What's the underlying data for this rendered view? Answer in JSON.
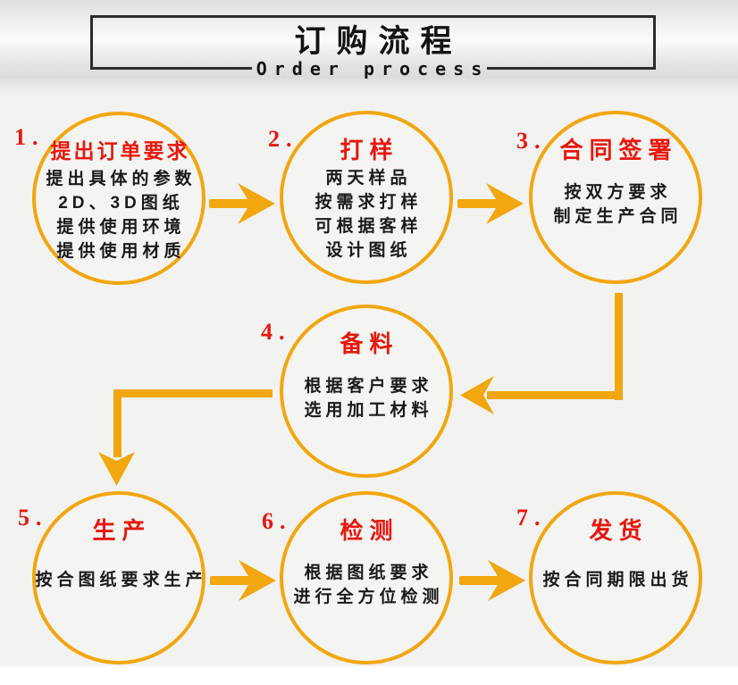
{
  "header": {
    "title": "订购流程",
    "subtitle": "Order process"
  },
  "steps": [
    {
      "num": "1.",
      "title": "提出订单要求",
      "lines": [
        "提出具体的参数",
        "2D、3D图纸",
        "提供使用环境",
        "提供使用材质"
      ]
    },
    {
      "num": "2.",
      "title": "打样",
      "lines": [
        "两天样品",
        "按需求打样",
        "可根据客样",
        "设计图纸"
      ]
    },
    {
      "num": "3.",
      "title": "合同签署",
      "lines": [
        "按双方要求",
        "制定生产合同"
      ]
    },
    {
      "num": "4.",
      "title": "备料",
      "lines": [
        "根据客户要求",
        "选用加工材料"
      ]
    },
    {
      "num": "5.",
      "title": "生产",
      "lines": [
        "按合图纸要求生产"
      ]
    },
    {
      "num": "6.",
      "title": "检测",
      "lines": [
        "根据图纸要求",
        "进行全方位检测"
      ]
    },
    {
      "num": "7.",
      "title": "发货",
      "lines": [
        "按合同期限出货"
      ]
    }
  ],
  "colors": {
    "accent": "#F2A60F",
    "red": "#E8170C",
    "ink": "#1A1A1A",
    "border-dark": "#2B2B2B",
    "bg": "#F2F2F1"
  }
}
